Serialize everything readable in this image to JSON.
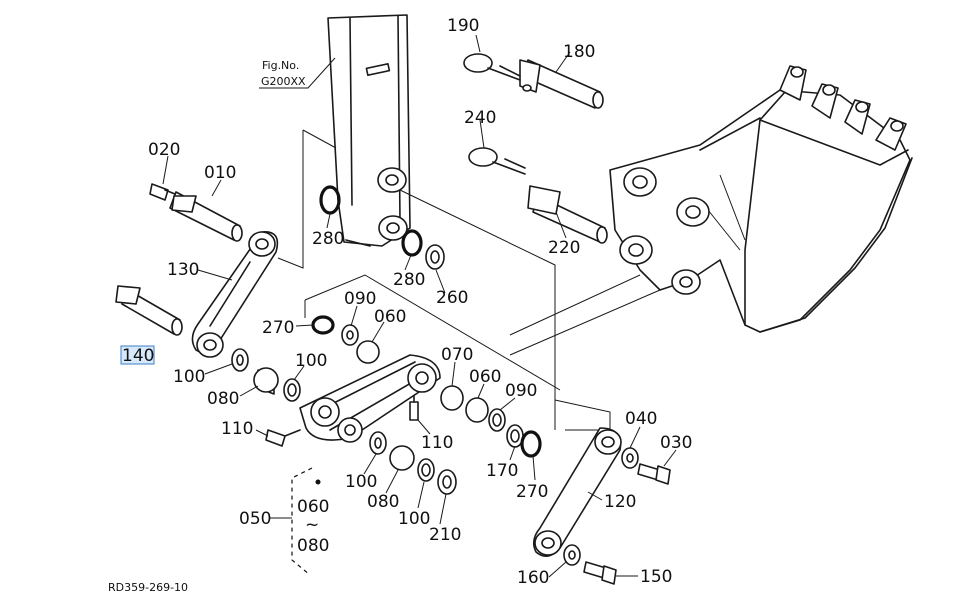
{
  "figure": {
    "fig_no_label": "Fig.No.",
    "fig_no_value": "G200XX",
    "drawing_code": "RD359-269-10"
  },
  "selected_part": "140",
  "parts": {
    "p010": "010",
    "p020": "020",
    "p030": "030",
    "p040": "040",
    "p050": "050",
    "p060": "060",
    "p070": "070",
    "p080": "080",
    "p090": "090",
    "p100": "100",
    "p110": "110",
    "p120": "120",
    "p130": "130",
    "p140": "140",
    "p150": "150",
    "p160": "160",
    "p170": "170",
    "p180": "180",
    "p190": "190",
    "p210": "210",
    "p220": "220",
    "p240": "240",
    "p260": "260",
    "p270": "270",
    "p280": "280",
    "range_start": "060",
    "range_sep": "~",
    "range_end": "080"
  }
}
